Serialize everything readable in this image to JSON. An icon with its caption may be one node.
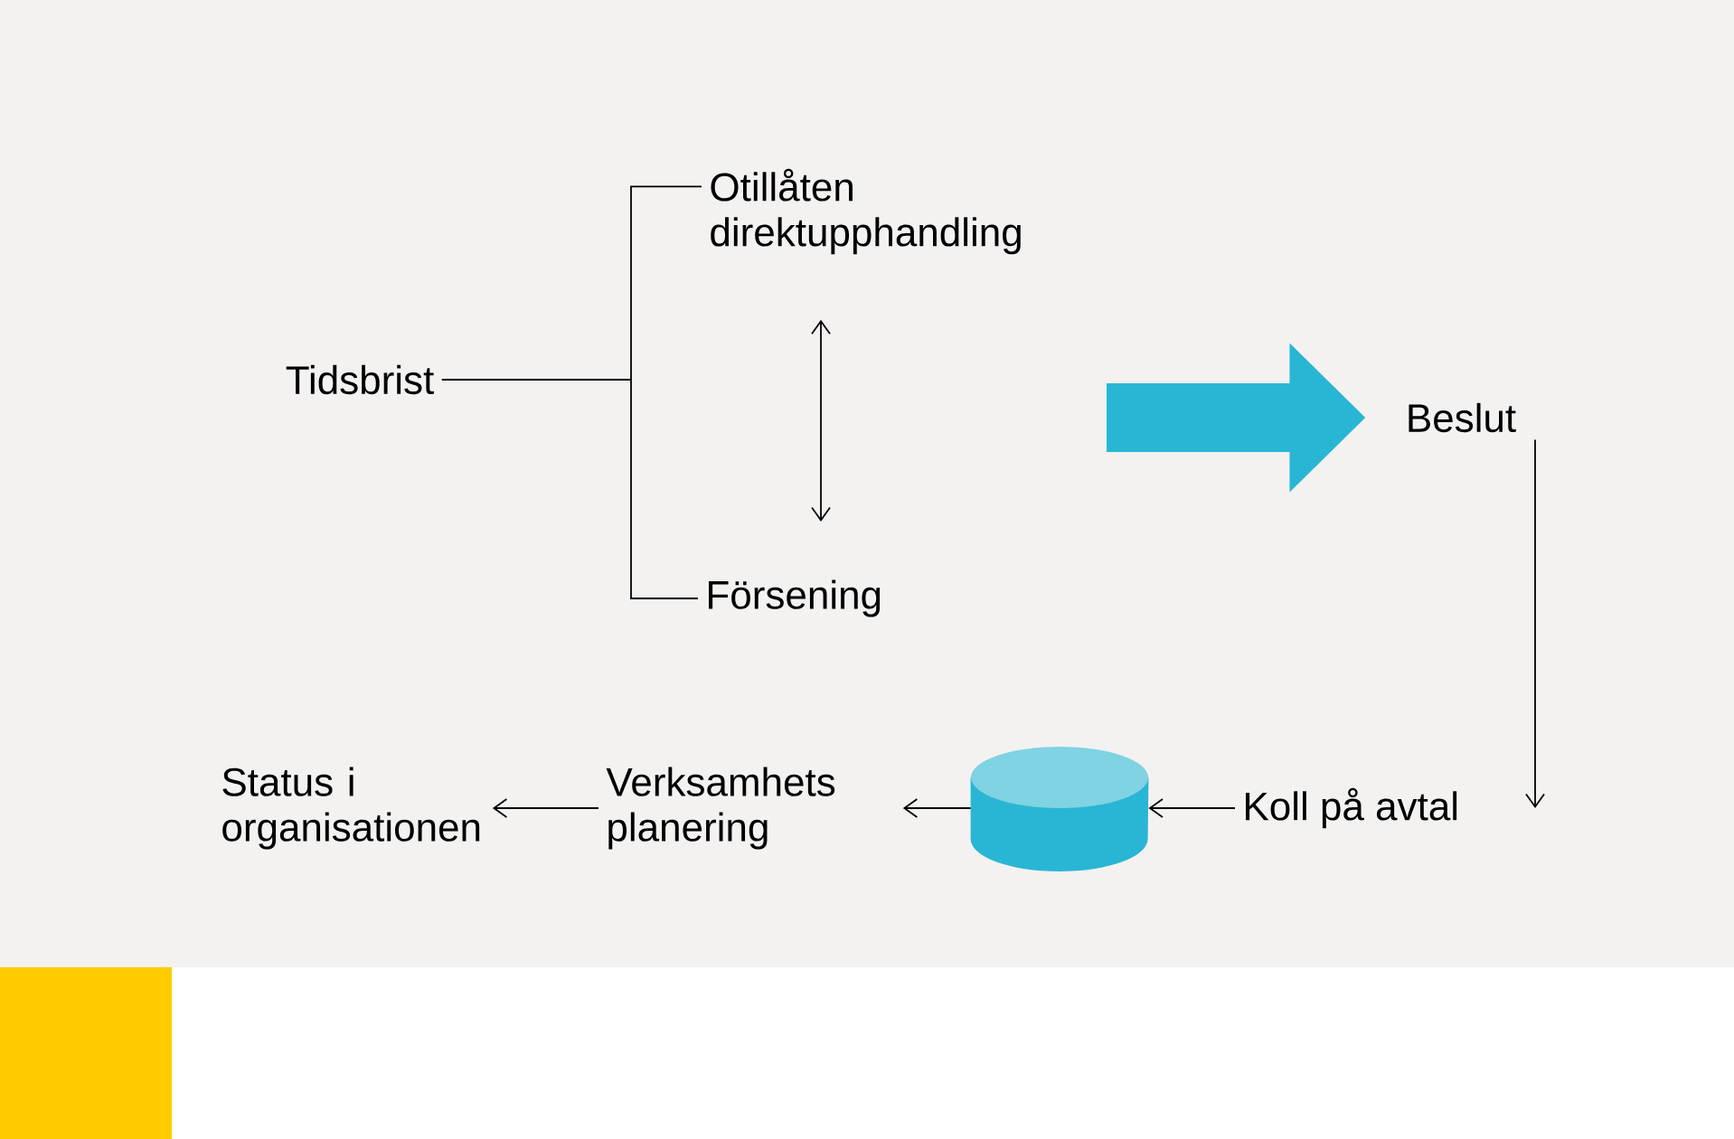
{
  "diagram": {
    "nodes": [
      {
        "text": [
          "Tidsbrist"
        ]
      },
      {
        "text": [
          "Otillåten direktupphandling"
        ]
      },
      {
        "text": [
          "Försening"
        ]
      },
      {
        "text": [
          "Beslut"
        ]
      },
      {
        "text": [
          "Koll på avtal"
        ]
      },
      {
        "text": [],
        "shape": "cylinder"
      },
      {
        "text": [
          "Verksamhets planering"
        ]
      },
      {
        "text": [
          "Status i organisationen"
        ]
      }
    ],
    "edges": [
      {
        "from": 0,
        "to": 1,
        "arrow": "none"
      },
      {
        "from": 0,
        "to": 2,
        "arrow": "none"
      },
      {
        "from": 1,
        "to": 2,
        "arrow": "both"
      },
      {
        "from": null,
        "to": 3,
        "arrow": "to",
        "style": "thick",
        "color": "#29b6d4"
      },
      {
        "from": 3,
        "to": 4,
        "arrow": "to"
      },
      {
        "from": 4,
        "to": 5,
        "arrow": "to"
      },
      {
        "from": 5,
        "to": 6,
        "arrow": "to"
      },
      {
        "from": 6,
        "to": 7,
        "arrow": "to"
      }
    ]
  }
}
